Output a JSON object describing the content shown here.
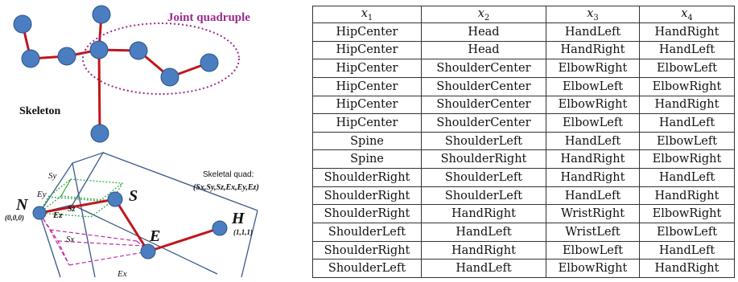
{
  "figure": {
    "joint_quadruple_label": "Joint quadruple",
    "skeleton_label": "Skeleton",
    "skeletal_quad_title": "Skeletal quad:",
    "skeletal_quad_tuple": "(Sx,Sy,Sz,Ex,Ey,Ez)",
    "point_n": "N",
    "point_n_coord": "(0,0,0)",
    "point_s": "S",
    "point_e": "E",
    "point_h": "H",
    "point_h_coord": "(1,1,1)",
    "sy": "Sy",
    "ey": "Ey",
    "ez": "Ez",
    "sz": "Sz",
    "sx": "Sx",
    "ex": "Ex",
    "colors": {
      "joint": "#4a7ec0",
      "bone": "#c0161d",
      "quad": "#9c2a8c",
      "box": "#3a5a86",
      "green": "#27a83a"
    }
  },
  "table": {
    "headers": [
      "x1",
      "x2",
      "x3",
      "x4"
    ],
    "rows": [
      [
        "HipCenter",
        "Head",
        "HandLeft",
        "HandRight"
      ],
      [
        "HipCenter",
        "Head",
        "HandRight",
        "HandLeft"
      ],
      [
        "HipCenter",
        "ShoulderCenter",
        "ElbowRight",
        "ElbowLeft"
      ],
      [
        "HipCenter",
        "ShoulderCenter",
        "ElbowLeft",
        "ElbowRight"
      ],
      [
        "HipCenter",
        "ShoulderCenter",
        "ElbowRight",
        "HandRight"
      ],
      [
        "HipCenter",
        "ShoulderCenter",
        "ElbowLeft",
        "HandLeft"
      ],
      [
        "Spine",
        "ShoulderLeft",
        "HandLeft",
        "ElbowLeft"
      ],
      [
        "Spine",
        "ShoulderRight",
        "HandRight",
        "ElbowRight"
      ],
      [
        "ShoulderRight",
        "ShoulderLeft",
        "HandRight",
        "HandLeft"
      ],
      [
        "ShoulderRight",
        "ShoulderLeft",
        "HandLeft",
        "HandRight"
      ],
      [
        "ShoulderRight",
        "HandRight",
        "WristRight",
        "ElbowRight"
      ],
      [
        "ShoulderLeft",
        "HandLeft",
        "WristLeft",
        "ElbowLeft"
      ],
      [
        "ShoulderRight",
        "HandRight",
        "ElbowLeft",
        "HandLeft"
      ],
      [
        "ShoulderLeft",
        "HandLeft",
        "ElbowRight",
        "HandRight"
      ]
    ]
  }
}
